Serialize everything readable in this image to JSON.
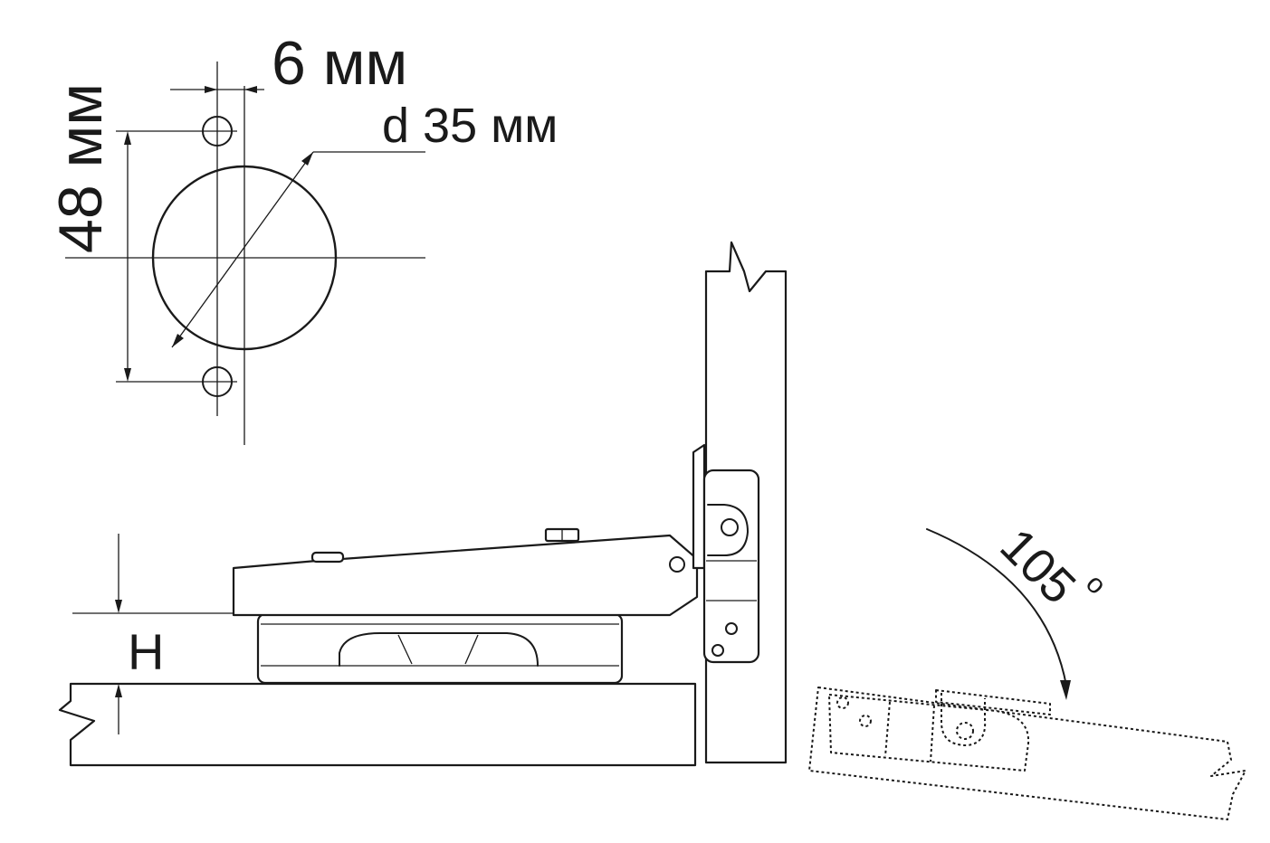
{
  "dimensions": {
    "hole_offset": "6 мм",
    "cup_diameter": "d 35 мм",
    "hole_spacing": "48 мм",
    "overlay_height": "H"
  },
  "opening_angle": "105",
  "degree_symbol": "o"
}
